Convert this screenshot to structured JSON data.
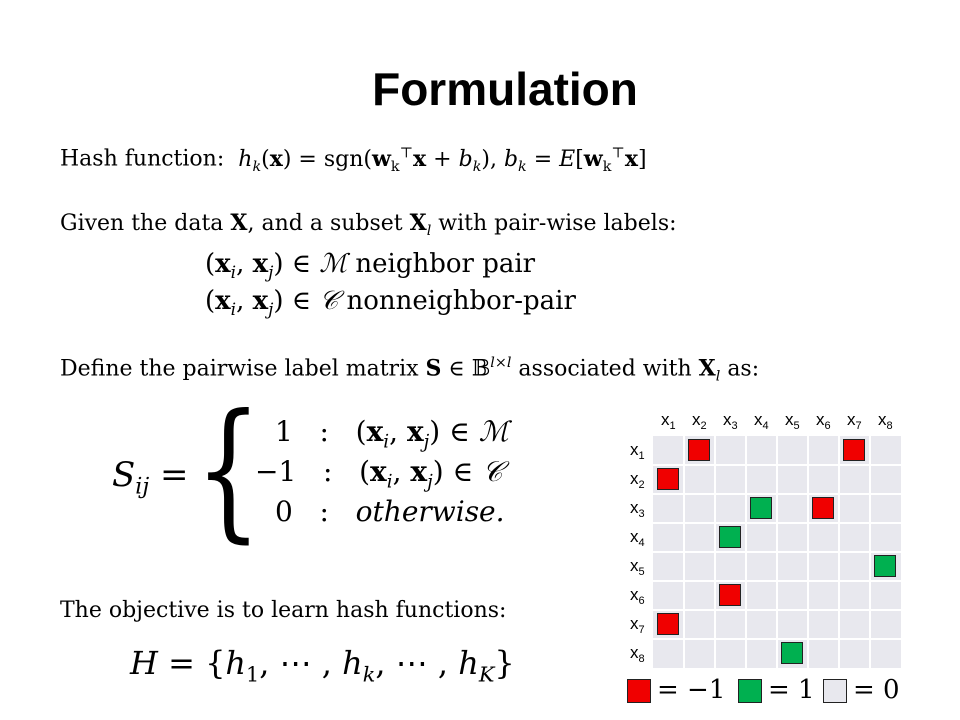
{
  "title": "Formulation",
  "hash": {
    "label": "Hash function:"
  },
  "given": {
    "prefix": "Given the data",
    "mid": ", and a subset",
    "suffix": "with pair-wise labels:"
  },
  "pairs": {
    "neighbor": "neighbor pair",
    "nonneighbor": "nonneighbor-pair"
  },
  "define": {
    "prefix": "Define the pairwise label matrix",
    "mid": "associated with",
    "suffix": "as:"
  },
  "cases": {
    "v1": "1",
    "v2": "−1",
    "v3": "0",
    "otherwise": "otherwise."
  },
  "objective": {
    "text": "The objective is to learn hash functions:"
  },
  "matrix": {
    "col_labels": [
      "x1",
      "x2",
      "x3",
      "x4",
      "x5",
      "x6",
      "x7",
      "x8"
    ],
    "row_labels": [
      "x1",
      "x2",
      "x3",
      "x4",
      "x5",
      "x6",
      "x7",
      "x8"
    ],
    "cells": [
      {
        "row": 1,
        "col": 2,
        "value": -1
      },
      {
        "row": 1,
        "col": 7,
        "value": -1
      },
      {
        "row": 2,
        "col": 1,
        "value": -1
      },
      {
        "row": 3,
        "col": 4,
        "value": 1
      },
      {
        "row": 3,
        "col": 6,
        "value": -1
      },
      {
        "row": 4,
        "col": 3,
        "value": 1
      },
      {
        "row": 5,
        "col": 8,
        "value": 1
      },
      {
        "row": 6,
        "col": 3,
        "value": -1
      },
      {
        "row": 7,
        "col": 1,
        "value": -1
      },
      {
        "row": 8,
        "col": 5,
        "value": 1
      }
    ]
  },
  "legend": {
    "neg": "= −1",
    "pos": "= 1",
    "zero": "= 0"
  },
  "colors": {
    "neg": "#f00000",
    "pos": "#00b050",
    "zero": "#e8e8ee"
  }
}
